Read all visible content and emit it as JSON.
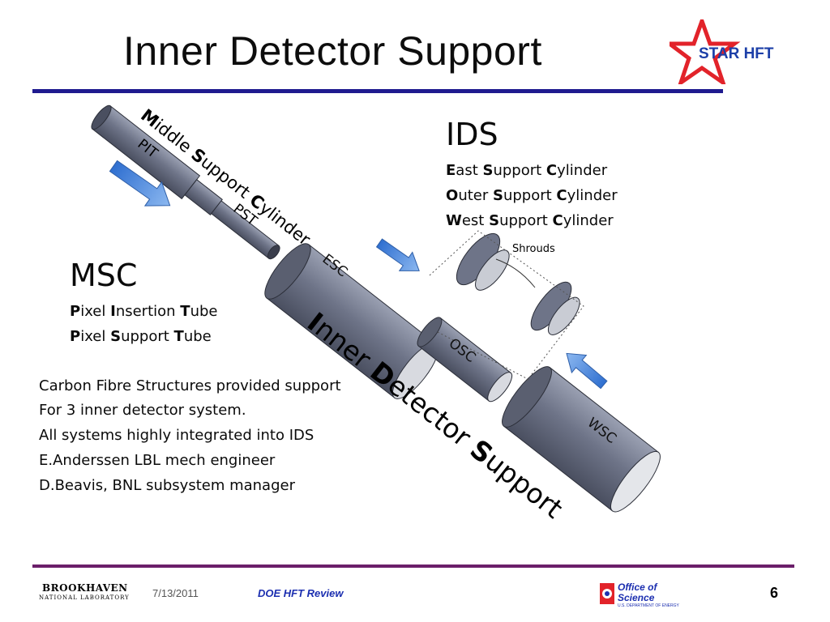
{
  "title": "Inner Detector Support",
  "logo": {
    "star_text": "STAR HFT",
    "star_color": "#e2232a",
    "text_color": "#1c3fa8"
  },
  "ids": {
    "heading": "IDS",
    "lines": [
      {
        "initial": "E",
        "rest": "ast ",
        "initial2": "S",
        "rest2": "upport ",
        "initial3": "C",
        "rest3": "ylinder"
      },
      {
        "initial": "O",
        "rest": "uter ",
        "initial2": "S",
        "rest2": "upport ",
        "initial3": "C",
        "rest3": "ylinder"
      },
      {
        "initial": "W",
        "rest": "est ",
        "initial2": "S",
        "rest2": "upport ",
        "initial3": "C",
        "rest3": "ylinder"
      }
    ]
  },
  "msc": {
    "heading": "MSC",
    "lines": [
      {
        "initial": "P",
        "rest": "ixel ",
        "initial2": "I",
        "rest2": "nsertion ",
        "initial3": "T",
        "rest3": "ube"
      },
      {
        "initial": "P",
        "rest": "ixel ",
        "initial2": "S",
        "rest2": "upport ",
        "initial3": "T",
        "rest3": "ube"
      }
    ]
  },
  "diagram_labels": {
    "msc_banner": {
      "b1": "M",
      "r1": "iddle ",
      "b2": "S",
      "r2": "upport ",
      "b3": "C",
      "r3": "ylinder"
    },
    "ids_banner": {
      "b1": "I",
      "r1": "nner ",
      "b2": "D",
      "r2": "etector ",
      "b3": "S",
      "r3": "upport"
    },
    "pit": "PIT",
    "pst": "PST",
    "esc": "ESC",
    "osc": "OSC",
    "wsc": "WSC",
    "shrouds": "Shrouds"
  },
  "body_text": [
    "Carbon Fibre Structures provided support",
    "For 3 inner detector system.",
    "All systems highly integrated into IDS",
    "E.Anderssen LBL mech engineer",
    "D.Beavis, BNL subsystem manager"
  ],
  "footer": {
    "bnl_name": "BROOKHAVEN",
    "bnl_sub": "NATIONAL LABORATORY",
    "date": "7/13/2011",
    "review": "DOE HFT Review",
    "doe_line1": "Office of",
    "doe_line2": "Science",
    "doe_line3": "U.S. DEPARTMENT OF ENERGY",
    "page": "6"
  },
  "colors": {
    "title_rule": "#1f1a8f",
    "footer_rule": "#6b1f6a",
    "cylinder": "#7a8094",
    "arrow": "#4a86d8"
  }
}
